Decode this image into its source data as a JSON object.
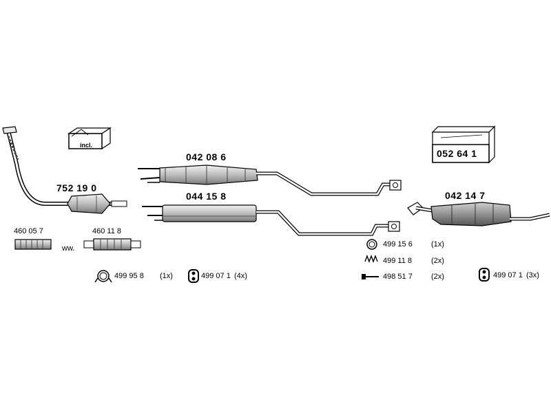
{
  "parts": {
    "front_pipe_catalyst": "752 19 0",
    "center_silencer": "042 08 6",
    "middle_silencer": "044 15 8",
    "rear_silencer": "042 14 7",
    "mounting_kit": "052 64 1",
    "connector_a": "460 05 7",
    "connector_b": "460 11 8"
  },
  "kit_box_label": "incl.",
  "alternative_text": "ww.",
  "fittings_left": [
    {
      "number": "499 95 8",
      "qty": "(1x)",
      "icon": "clamp-ring-icon"
    },
    {
      "number": "499 07 1",
      "qty": "(4x)",
      "icon": "rubber-hanger-icon"
    }
  ],
  "fittings_right": [
    {
      "number": "499 15 6",
      "qty": "(1x)",
      "icon": "seal-ring-icon"
    },
    {
      "number": "499 11 8",
      "qty": "(2x)",
      "icon": "spring-icon"
    },
    {
      "number": "498 51 7",
      "qty": "(2x)",
      "icon": "bolt-icon"
    },
    {
      "number": "499 07 1",
      "qty": "(3x)",
      "icon": "rubber-hanger-icon"
    }
  ]
}
